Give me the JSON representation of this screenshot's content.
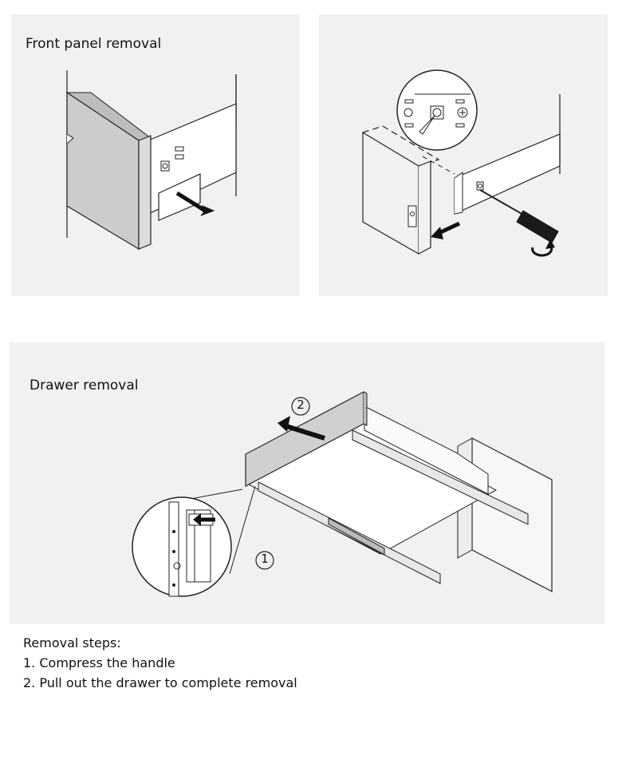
{
  "panels": {
    "front_panel": {
      "title": "Front panel removal"
    },
    "screwdriver": {
      "title": ""
    },
    "drawer": {
      "title": "Drawer removal",
      "callout_1": "1",
      "callout_2": "2"
    }
  },
  "steps": {
    "heading": "Removal steps:",
    "items": [
      "1. Compress the handle",
      "2. Pull out the drawer to complete removal"
    ]
  },
  "colors": {
    "panel_bg": "#f1f1f1",
    "front_face": "#cccccc",
    "line": "#222222",
    "arrow": "#111111"
  }
}
